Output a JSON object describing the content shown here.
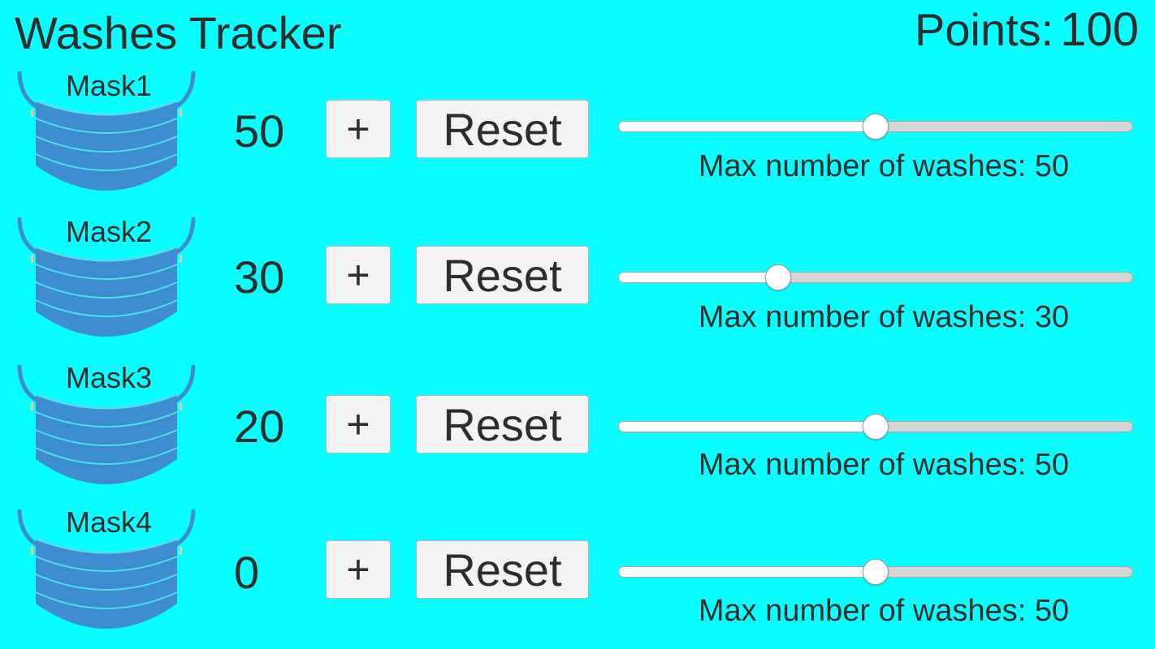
{
  "app": {
    "title": "Washes Tracker",
    "points_label": "Points:",
    "points_value": "100"
  },
  "colors": {
    "background": "#07ffff",
    "mask_body": "#3d8dd0",
    "mask_lines": "#4fe0f0",
    "text": "#2d2d2d"
  },
  "masks": [
    {
      "name": "Mask1",
      "washes": "50",
      "plus_label": "+",
      "reset_label": "Reset",
      "max_label": "Max number of washes: 50",
      "slider_fraction": 0.5
    },
    {
      "name": "Mask2",
      "washes": "30",
      "plus_label": "+",
      "reset_label": "Reset",
      "max_label": "Max number of washes: 30",
      "slider_fraction": 0.31
    },
    {
      "name": "Mask3",
      "washes": "20",
      "plus_label": "+",
      "reset_label": "Reset",
      "max_label": "Max number of washes: 50",
      "slider_fraction": 0.5
    },
    {
      "name": "Mask4",
      "washes": "0",
      "plus_label": "+",
      "reset_label": "Reset",
      "max_label": "Max number of washes: 50",
      "slider_fraction": 0.5
    }
  ]
}
